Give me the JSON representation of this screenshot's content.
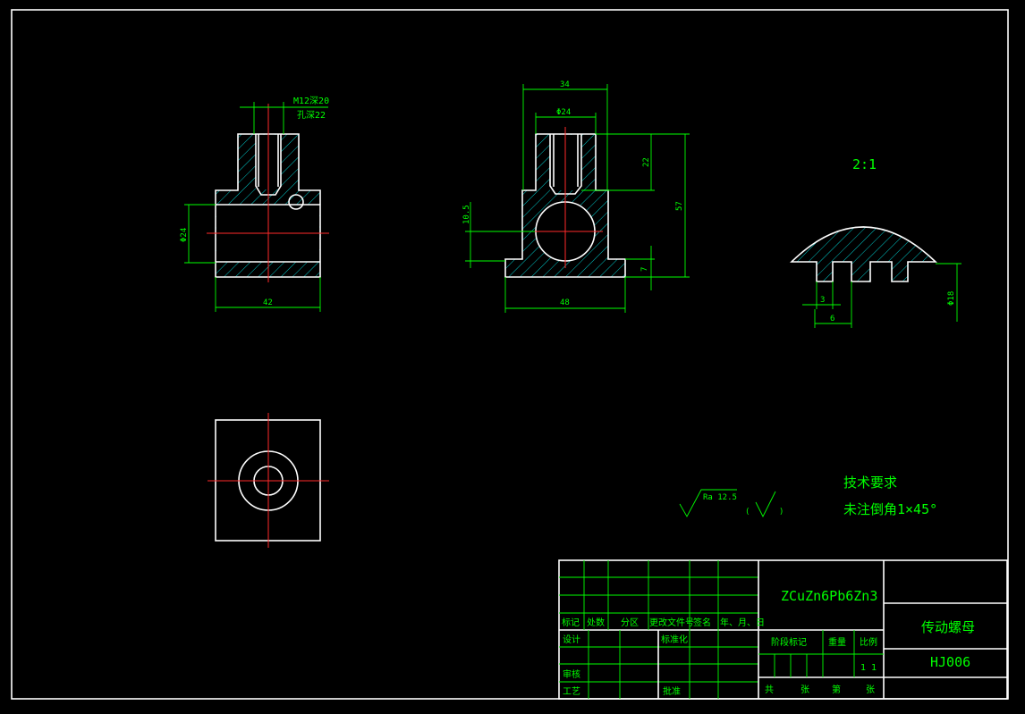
{
  "colors": {
    "outline": "#ffffff",
    "dimension": "#00ff00",
    "centerline": "#ff2a2a",
    "hatch": "#00c8c8"
  },
  "top_view": {
    "thread_note": "M12深20",
    "hole_note": "孔深22",
    "dim_diameter": "Φ24",
    "dim_width": "42"
  },
  "front_view": {
    "dim_width_top": "34",
    "dim_diameter": "Φ24",
    "dim_22": "22",
    "dim_57": "57",
    "dim_10_5": "10.5",
    "dim_7": "7",
    "dim_width_bottom": "48"
  },
  "detail": {
    "scale": "2:1",
    "dim_3": "3",
    "dim_6": "6",
    "dim_diameter": "Φ18"
  },
  "roughness": {
    "label": "Ra 12.5",
    "paren_open": "(",
    "paren_close": ")"
  },
  "tech_requirements": {
    "title": "技术要求",
    "line1": "未注倒角1×45°"
  },
  "title_block": {
    "material": "ZCuZn6Pb6Zn3",
    "part_name": "传动螺母",
    "drawing_no": "HJ006",
    "scale_value": "1 1",
    "headers": [
      "标记",
      "处数",
      "分区",
      "更改文件号",
      "签名",
      "年、月、日"
    ],
    "design": "设计",
    "standardize": "标准化",
    "stage_mark": "阶段标记",
    "weight": "重量",
    "ratio": "比例",
    "review": "审核",
    "process": "工艺",
    "approve": "批准",
    "total": "共",
    "sheets": "张",
    "page": "第",
    "sheet2": "张"
  }
}
